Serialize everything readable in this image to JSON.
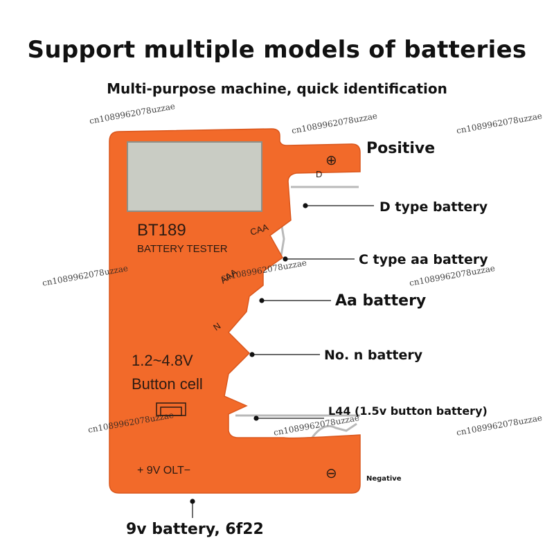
{
  "header": {
    "title": "Support multiple models of batteries",
    "subtitle": "Multi-purpose machine, quick identification"
  },
  "device": {
    "model": "BT189",
    "name": "BATTERY TESTER",
    "slot_caa": "CAA",
    "slot_aaa": "AAA",
    "slot_n": "N",
    "slot_d": "D",
    "voltage_range": "1.2~4.8V",
    "button_cell": "Button cell",
    "nine_volt": "+ 9V OLT−",
    "positive_symbol": "⊕",
    "negative_symbol": "⊖",
    "body_color": "#f26a2a",
    "screen_color": "#c9ccc4"
  },
  "callouts": {
    "positive": "Positive",
    "d_type": "D type battery",
    "c_type": "C type aa battery",
    "aa": "Aa battery",
    "n": "No. n battery",
    "l44": "L44 (1.5v button battery)",
    "negative": "Negative",
    "nine_v": "9v battery, 6f22"
  },
  "watermark": "cn1089962078uzzae"
}
